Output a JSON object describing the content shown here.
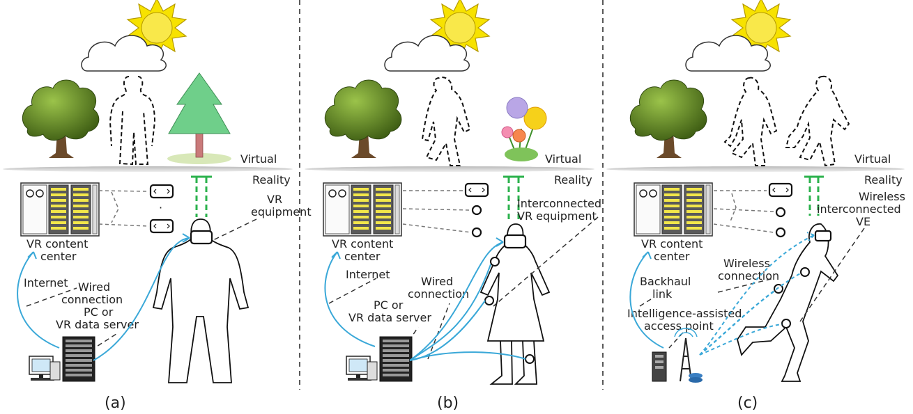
{
  "labels": {
    "virtual": "Virtual",
    "reality": "Reality",
    "vr_content_center_1": "VR content",
    "vr_content_center_2": "center",
    "internet": "Internet",
    "pc_server_1": "PC or",
    "pc_server_2": "VR data server",
    "wired_1": "Wired",
    "wired_2": "connection",
    "vr_equipment_1": "VR",
    "vr_equipment_2": "equipment",
    "interconnected_1": "Interconnected",
    "interconnected_2": "VR equipment",
    "wireless_ve_1": "Wireless",
    "wireless_ve_2": "interconnected",
    "wireless_ve_3": "VE",
    "backhaul_1": "Backhaul",
    "backhaul_2": "link",
    "iap_1": "Intelligence-assisted",
    "iap_2": "access point",
    "wireless_conn_1": "Wireless",
    "wireless_conn_2": "connection"
  },
  "captions": [
    "(a)",
    "(b)",
    "(c)"
  ],
  "colors": {
    "link_blue": "#3aa8d8",
    "sensor_green": "#2bb24c",
    "sun_yellow": "#f7e200",
    "tree_green": "#5a7a20",
    "pine_green": "#6fcf8a"
  }
}
